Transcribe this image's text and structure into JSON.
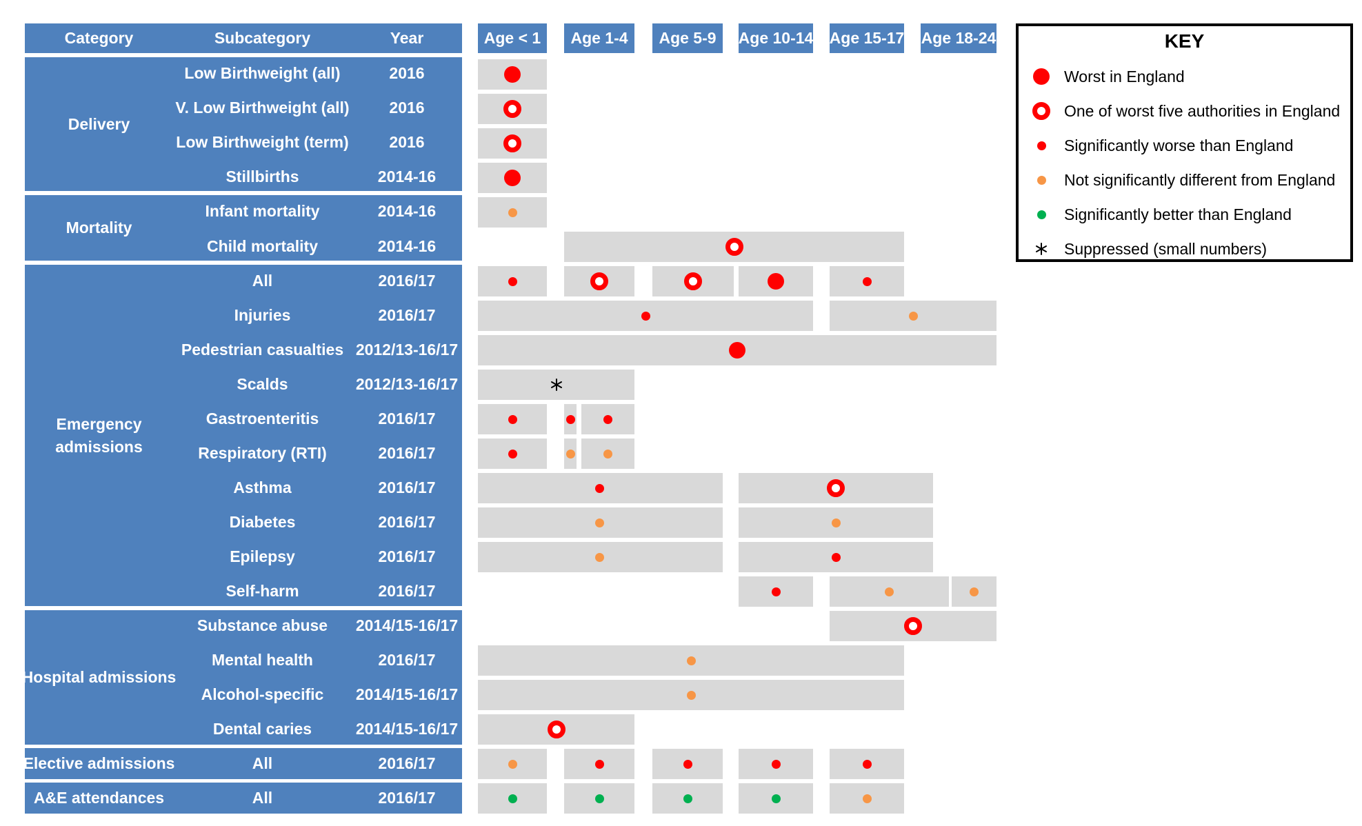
{
  "headers": {
    "category": "Category",
    "subcategory": "Subcategory",
    "year": "Year",
    "ages": [
      "Age < 1",
      "Age 1-4",
      "Age 5-9",
      "Age 10-14",
      "Age 15-17",
      "Age 18-24"
    ]
  },
  "categories": [
    "Delivery",
    "Mortality",
    "Emergency admissions",
    "Hospital admissions",
    "Elective admissions",
    "A&E attendances"
  ],
  "rows": [
    {
      "subcategory": "Low Birthweight (all)",
      "year": "2016",
      "status": [
        "worst"
      ]
    },
    {
      "subcategory": "V. Low Birthweight (all)",
      "year": "2016",
      "status": [
        "worst5"
      ]
    },
    {
      "subcategory": "Low Birthweight (term)",
      "year": "2016",
      "status": [
        "worst5"
      ]
    },
    {
      "subcategory": "Stillbirths",
      "year": "2014-16",
      "status": [
        "worst"
      ]
    },
    {
      "subcategory": "Infant mortality",
      "year": "2014-16",
      "status": [
        "not_sig"
      ]
    },
    {
      "subcategory": "Child mortality",
      "year": "2014-16",
      "status": [
        "worst5"
      ]
    },
    {
      "subcategory": "All",
      "year": "2016/17",
      "status": [
        "sig_worse",
        "worst5",
        "worst5",
        "worst",
        "sig_worse"
      ]
    },
    {
      "subcategory": "Injuries",
      "year": "2016/17",
      "status": [
        "sig_worse",
        "not_sig"
      ]
    },
    {
      "subcategory": "Pedestrian casualties",
      "year": "2012/13-16/17",
      "status": [
        "worst"
      ]
    },
    {
      "subcategory": "Scalds",
      "year": "2012/13-16/17",
      "status": [
        "suppressed"
      ]
    },
    {
      "subcategory": "Gastroenteritis",
      "year": "2016/17",
      "status": [
        "sig_worse",
        "sig_worse",
        "sig_worse"
      ]
    },
    {
      "subcategory": "Respiratory (RTI)",
      "year": "2016/17",
      "status": [
        "sig_worse",
        "not_sig",
        "not_sig"
      ]
    },
    {
      "subcategory": "Asthma",
      "year": "2016/17",
      "status": [
        "sig_worse",
        "worst5"
      ]
    },
    {
      "subcategory": "Diabetes",
      "year": "2016/17",
      "status": [
        "not_sig",
        "not_sig"
      ]
    },
    {
      "subcategory": "Epilepsy",
      "year": "2016/17",
      "status": [
        "not_sig",
        "sig_worse"
      ]
    },
    {
      "subcategory": "Self-harm",
      "year": "2016/17",
      "status": [
        "sig_worse",
        "not_sig",
        "not_sig"
      ]
    },
    {
      "subcategory": "Substance abuse",
      "year": "2014/15-16/17",
      "status": [
        "worst5"
      ]
    },
    {
      "subcategory": "Mental health",
      "year": "2016/17",
      "status": [
        "not_sig"
      ]
    },
    {
      "subcategory": "Alcohol-specific",
      "year": "2014/15-16/17",
      "status": [
        "not_sig"
      ]
    },
    {
      "subcategory": "Dental caries",
      "year": "2014/15-16/17",
      "status": [
        "worst5"
      ]
    },
    {
      "subcategory": "All",
      "year": "2016/17",
      "status": [
        "not_sig",
        "sig_worse",
        "sig_worse",
        "sig_worse",
        "sig_worse"
      ]
    },
    {
      "subcategory": "All",
      "year": "2016/17",
      "status": [
        "sig_better",
        "sig_better",
        "sig_better",
        "sig_better",
        "not_sig"
      ]
    }
  ],
  "key": {
    "title": "KEY",
    "items": [
      {
        "id": "worst",
        "label": "Worst in England"
      },
      {
        "id": "worst5",
        "label": "One of worst five authorities in England"
      },
      {
        "id": "sig_worse",
        "label": "Significantly worse than England"
      },
      {
        "id": "not_sig",
        "label": "Not significantly different from England"
      },
      {
        "id": "sig_better",
        "label": "Significantly better than England"
      },
      {
        "id": "suppressed",
        "label": "Suppressed (small numbers)"
      }
    ]
  },
  "colors": {
    "header_blue": "#4f81bd",
    "bar_grey": "#d9d9d9",
    "red": "#ff0000",
    "orange": "#f79646",
    "green": "#00b050",
    "black": "#000000"
  }
}
